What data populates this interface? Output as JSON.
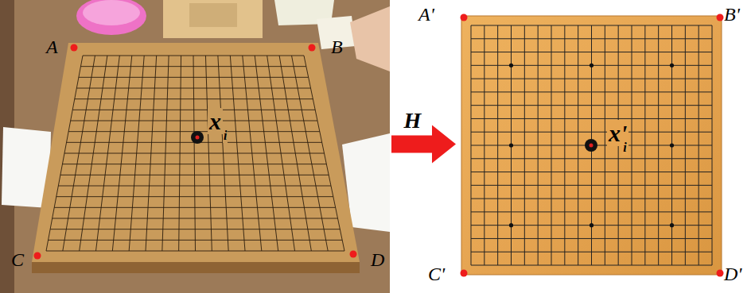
{
  "diagram": {
    "nodes": [
      {
        "text": [
          "x",
          "i"
        ]
      },
      {
        "text": [
          "x'",
          "i"
        ]
      }
    ],
    "edges": [
      {
        "from": 0,
        "to": 1,
        "arrow": "to",
        "label": "H"
      }
    ],
    "labels": [
      "A",
      "B",
      "C",
      "D",
      "A'",
      "B'",
      "C'",
      "D'"
    ]
  }
}
